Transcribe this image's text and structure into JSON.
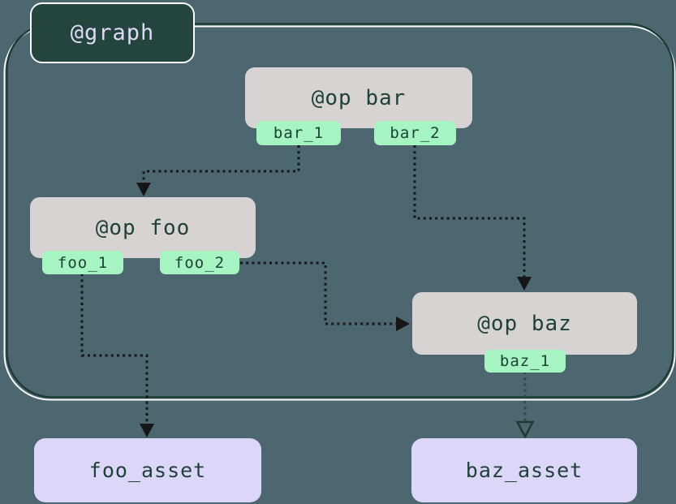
{
  "diagram": {
    "title": "@graph",
    "kind": "dagster-graph-lineage-diagram"
  },
  "graph": {
    "label": "@graph"
  },
  "ops": [
    {
      "id": "bar",
      "label": "@op bar",
      "outputs": [
        {
          "label": "bar_1"
        },
        {
          "label": "bar_2"
        }
      ]
    },
    {
      "id": "foo",
      "label": "@op foo",
      "outputs": [
        {
          "label": "foo_1"
        },
        {
          "label": "foo_2"
        }
      ]
    },
    {
      "id": "baz",
      "label": "@op baz",
      "outputs": [
        {
          "label": "baz_1"
        }
      ]
    }
  ],
  "assets": [
    {
      "label": "foo_asset"
    },
    {
      "label": "baz_asset"
    }
  ],
  "edges": [
    {
      "from": "bar_1",
      "to": "@op foo",
      "style": "dotted-black-solid-arrow"
    },
    {
      "from": "bar_2",
      "to": "@op baz",
      "style": "dotted-black-solid-arrow"
    },
    {
      "from": "foo_2",
      "to": "@op baz",
      "style": "dotted-black-solid-arrow"
    },
    {
      "from": "foo_1",
      "to": "foo_asset",
      "style": "dotted-black-solid-arrow"
    },
    {
      "from": "baz_1",
      "to": "baz_asset",
      "style": "dotted-green-hollow-arrow"
    }
  ],
  "colors": {
    "bg": "#4d6771",
    "graph-fill": "#24453d",
    "graph-text": "#ded9f6",
    "border-dark": "#1c3c33",
    "border-light": "#fafafa",
    "op-bg": "#d6d3d2",
    "tab-bg": "#a6f4c1",
    "asset-bg": "#dcd7f8",
    "node-text": "#1e4138",
    "edge-dark": "#161616",
    "edge-green": "#2b4c43"
  }
}
